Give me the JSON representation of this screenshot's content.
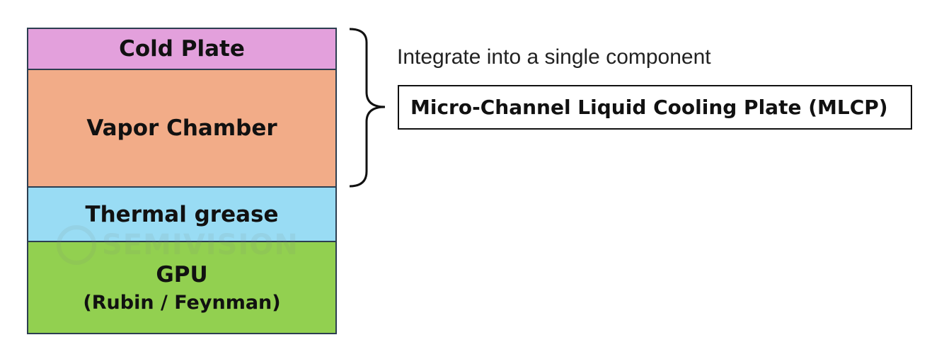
{
  "stack": {
    "layers": [
      {
        "label": "Cold Plate",
        "color": "#e3a0dc"
      },
      {
        "label": "Vapor Chamber",
        "color": "#f2ac88"
      },
      {
        "label": "Thermal grease",
        "color": "#99dcf4"
      },
      {
        "label": "GPU",
        "sublabel": "(Rubin / Feynman)",
        "color": "#92d050"
      }
    ]
  },
  "annotation": {
    "caption": "Integrate into a single component",
    "result": "Micro-Channel Liquid Cooling Plate (MLCP)"
  },
  "watermark": {
    "text": "SEMIVISION"
  }
}
